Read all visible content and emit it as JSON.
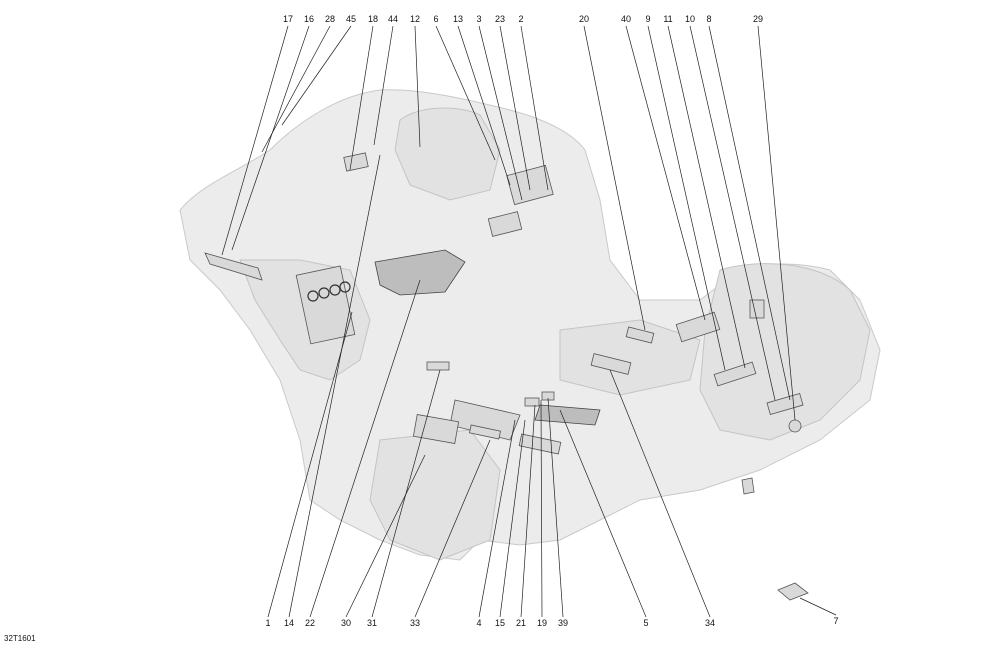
{
  "figure_id": "32T1601",
  "callouts_top": [
    "17",
    "16",
    "28",
    "45",
    "18",
    "44",
    "12",
    "6",
    "13",
    "3",
    "23",
    "2",
    "20",
    "40",
    "9",
    "11",
    "10",
    "8",
    "29"
  ],
  "callouts_bottom": [
    "1",
    "14",
    "22",
    "30",
    "31",
    "33",
    "4",
    "15",
    "21",
    "19",
    "39",
    "5",
    "34",
    "7"
  ]
}
